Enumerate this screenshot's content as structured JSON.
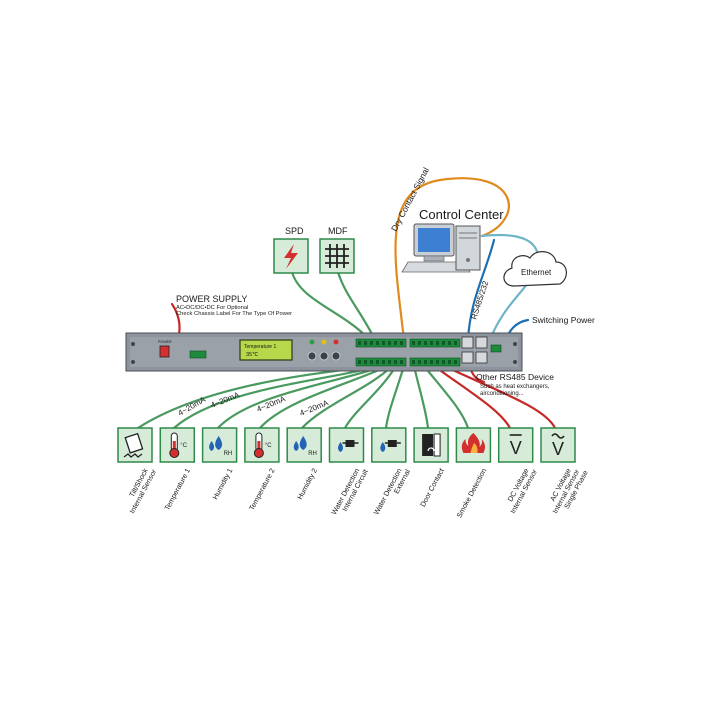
{
  "control_center": {
    "title": "Control Center",
    "dry_contact_label": "Dry Contact Signal",
    "rs485_label": "RS485/232",
    "ethernet_label": "Ethernet",
    "switching_power_label": "Switching Power"
  },
  "surge": {
    "spd_label": "SPD",
    "mdf_label": "MDF"
  },
  "power_supply": {
    "title": "POWER SUPPLY",
    "line1": "AC•DC/DC•DC For Optional",
    "line2": "Check Chassis Label For The Type Of Power"
  },
  "device": {
    "power_label": "POWER",
    "lcd_line1": "Temperature 1",
    "lcd_line2": "35℃"
  },
  "other_rs485": {
    "title": "Other RS485 Device",
    "line1": "Such as heat exchangers,",
    "line2": "airconditioning..."
  },
  "current_labels": [
    "4~20mA",
    "4~20mA",
    "4~20mA",
    "4~20mA"
  ],
  "sensors": [
    {
      "icon": "tilt-icon",
      "glyph": "",
      "lines": [
        "Tilt/Shock",
        "Internal Sensor"
      ]
    },
    {
      "icon": "thermometer-icon",
      "glyph": "°C",
      "lines": [
        "Temperature 1"
      ]
    },
    {
      "icon": "humidity-icon",
      "glyph": "RH",
      "lines": [
        "Humidity 1"
      ]
    },
    {
      "icon": "thermometer-icon",
      "glyph": "°C",
      "lines": [
        "Temperature 2"
      ]
    },
    {
      "icon": "humidity-icon",
      "glyph": "RH",
      "lines": [
        "Humidity 2"
      ]
    },
    {
      "icon": "water-detection-icon",
      "glyph": "",
      "lines": [
        "Water Detection",
        "Internal Circuit"
      ]
    },
    {
      "icon": "water-detection-icon",
      "glyph": "",
      "lines": [
        "Water Detection",
        "External"
      ]
    },
    {
      "icon": "door-icon",
      "glyph": "",
      "lines": [
        "Door Contact"
      ]
    },
    {
      "icon": "smoke-icon",
      "glyph": "",
      "lines": [
        "Smoke Detection"
      ]
    },
    {
      "icon": "dc-voltage-icon",
      "glyph": "V",
      "lines": [
        "DC Voltage",
        "Internal Sensor"
      ]
    },
    {
      "icon": "ac-voltage-icon",
      "glyph": "V",
      "lines": [
        "AC Voltage",
        "Internal Sensor",
        "Single Phase"
      ]
    }
  ],
  "colors": {
    "tile_fill": "#d6ecd8",
    "tile_stroke": "#2f8a4a",
    "green_wire": "#4a9a60",
    "red_wire": "#c62828",
    "orange_wire": "#e08a1e",
    "blue_wire": "#1f6fb0",
    "cyan_wire": "#6fb4c7",
    "chassis": "#8c939c",
    "lcd": "#b7d84a"
  }
}
